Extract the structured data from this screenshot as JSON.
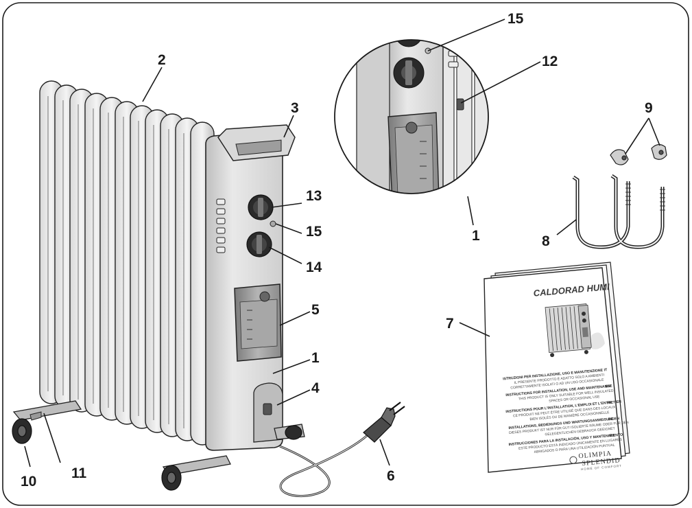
{
  "callouts": {
    "n1a": "1",
    "n1b": "1",
    "n2": "2",
    "n3": "3",
    "n4": "4",
    "n5": "5",
    "n6": "6",
    "n7": "7",
    "n8": "8",
    "n9": "9",
    "n10": "10",
    "n11": "11",
    "n12": "12",
    "n13": "13",
    "n14": "14",
    "n15a": "15",
    "n15b": "15"
  },
  "manual": {
    "title": "CALDORAD HUMI",
    "sections": [
      {
        "tag": "IT",
        "head": "ISTRUZIONI PER INSTALLAZIONE, USO E MANUTENZIONE",
        "l1": "IL PRESENTE PRODOTTO È ADATTO SOLO A AMBIENTI",
        "l2": "CORRETTAMENTE ISOLATI O AD UN USO OCCASIONALE"
      },
      {
        "tag": "EN",
        "head": "INSTRUCTIONS FOR INSTALLATION, USE AND MAINTENANCE",
        "l1": "THIS PRODUCT IS ONLY SUITABLE FOR WELL INSULATED",
        "l2": "SPACES OR OCCASIONAL USE"
      },
      {
        "tag": "FR",
        "head": "INSTRUCTIONS POUR L'INSTALLATION, L'EMPLOI ET L'ENTRETIEN",
        "l1": "CE PRODUIT NE PEUT ÊTRE UTILISÉ QUE DANS DES LOCAUX",
        "l2": "BIEN ISOLÉS OU DE MANIÈRE OCCASIONNELLE"
      },
      {
        "tag": "DE",
        "head": "INSTALLATIONS, BEDIENUNGS UND WARTUNGSANWEISUNGEN",
        "l1": "DIESES PRODUKT IST NUR FÜR GUT ISOLIERTE RÄUME ODER FÜR DEN",
        "l2": "GELEGENTLICHEN GEBRAUCH GEEIGNET"
      },
      {
        "tag": "ES",
        "head": "INSTRUCCIONES PARA LA INSTALACIÓN, USO Y MANTENIMIENTO",
        "l1": "ESTE PRODUCTO ESTÁ INDICADO ÚNICAMENTE EN LUGARES",
        "l2": "ABRIGADOS O PARA UNA UTILIZACIÓN PUNTUAL"
      }
    ],
    "brand1": "OLIMPIA",
    "brand2": "SPLENDID",
    "brand3": "HOME OF COMFORT"
  }
}
